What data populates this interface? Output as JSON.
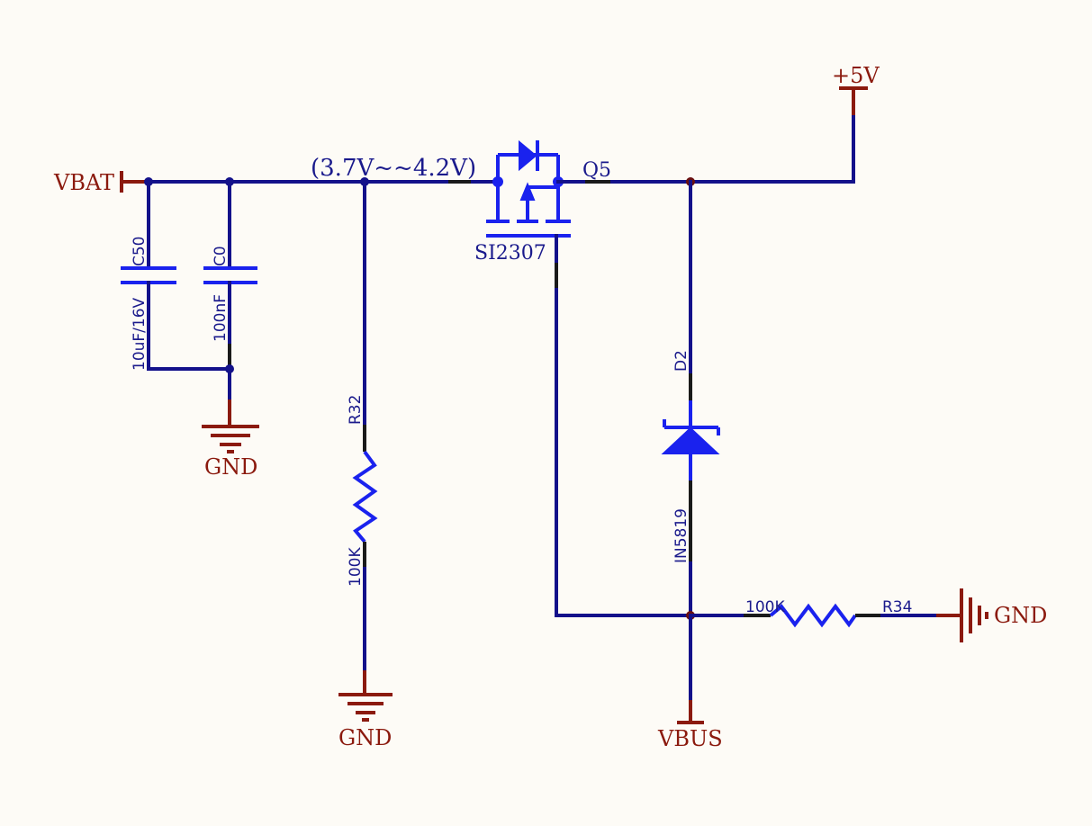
{
  "nets": {
    "vbat": "VBAT",
    "plus5v": "+5V",
    "gnd_caps": "GND",
    "gnd_r32": "GND",
    "gnd_r34": "GND",
    "vbus": "VBUS"
  },
  "annotation": {
    "voltage_range": "(3.7V~~4.2V)"
  },
  "components": {
    "c50": {
      "designator": "C50",
      "value": "10uF/16V"
    },
    "c0": {
      "designator": "C0",
      "value": "100nF"
    },
    "r32": {
      "designator": "R32",
      "value": "100K"
    },
    "q5": {
      "designator": "Q5",
      "part": "SI2307"
    },
    "d2": {
      "designator": "D2",
      "part": "IN5819"
    },
    "r34": {
      "designator": "R34",
      "value": "100K"
    }
  },
  "colors": {
    "wire": "#13118a",
    "symbol": "#1a22ee",
    "net_port": "#8b1a0e",
    "background": "#fdfbf6"
  }
}
